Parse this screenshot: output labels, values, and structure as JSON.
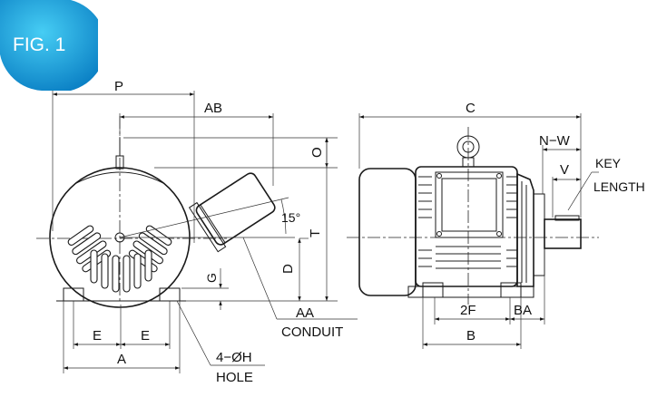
{
  "badge": {
    "label": "FIG. 1",
    "color_light": "#39c5f0",
    "color_dark": "#0a7fc4"
  },
  "dimensions": {
    "P": "P",
    "AB": "AB",
    "O": "O",
    "T": "T",
    "D": "D",
    "G": "G",
    "AA": "AA",
    "E_left": "E",
    "E_right": "E",
    "A": "A",
    "C": "C",
    "N_W": "N−W",
    "V": "V",
    "F2": "2F",
    "BA": "BA",
    "B": "B"
  },
  "annotations": {
    "angle": "15°",
    "conduit": "CONDUIT",
    "hole_line1": "4−ØH",
    "hole_line2": "HOLE",
    "key_line1": "KEY",
    "key_line2": "LENGTH"
  }
}
